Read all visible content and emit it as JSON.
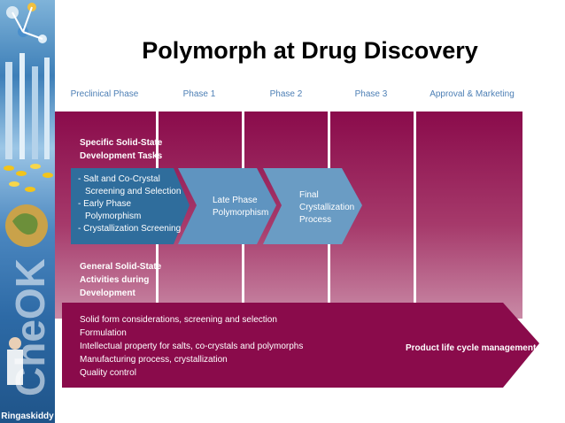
{
  "title": "Polymorph at Drug Discovery",
  "sidebar": {
    "logo_text": "Ringaskiddy",
    "vertical_text": "CheOK"
  },
  "phases": [
    "Preclinical Phase",
    "Phase 1",
    "Phase 2",
    "Phase 3",
    "Approval & Marketing"
  ],
  "specific_tasks_label": [
    "Specific Solid-State",
    "Development Tasks"
  ],
  "general_activities_label": [
    "General Solid-State",
    "Activities during",
    "Development"
  ],
  "chevrons": [
    {
      "lines": [
        "- Salt and Co-Crystal",
        "Screening and Selection",
        "- Early Phase",
        "Polymorphism",
        "- Crystallization Screening"
      ]
    },
    {
      "lines": [
        "Late Phase",
        "Polymorphism"
      ]
    },
    {
      "lines": [
        "Final",
        "Crystallization",
        "Process"
      ]
    }
  ],
  "bottom_items": [
    "Solid form considerations, screening and selection",
    "Formulation",
    "Intellectual property for salts, co-crystals and polymorphs",
    "Manufacturing process, crystallization",
    "Quality control"
  ],
  "lifecycle_label": "Product life cycle management",
  "colors": {
    "maroon": "#8a0b4b",
    "chevron_dark": "#2f6d9c",
    "chevron_light": "#6a9cc4",
    "phase_text": "#4d7fb5"
  }
}
